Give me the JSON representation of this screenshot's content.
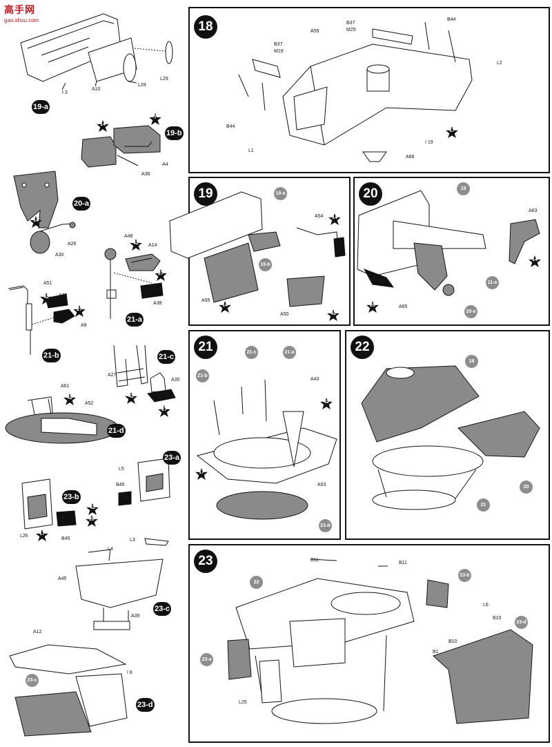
{
  "watermark": {
    "title": "高手网",
    "url": "gao.shou.com"
  },
  "steps": {
    "s18": "18",
    "s19": "19",
    "s20": "20",
    "s21": "21",
    "s22": "22",
    "s23": "23",
    "s19a": "19-a",
    "s19b": "19-b",
    "s20a": "20-a",
    "s21a": "21-a",
    "s21b": "21-b",
    "s21c": "21-c",
    "s21d": "21-d",
    "s23a": "23-a",
    "s23b": "23-b",
    "s23c": "23-c",
    "s23d": "23-d"
  },
  "refs": {
    "r19a": "19-a",
    "r19b": "19-b",
    "r19": "19",
    "r11a": "11-a",
    "r20a": "20-a",
    "r21c": "21-c",
    "r21a": "21-a",
    "r21b": "21-b",
    "r21d": "21-d",
    "r18": "18",
    "r20": "20",
    "r21": "21",
    "r22": "22",
    "r23b": "23-b",
    "r23a": "23-a",
    "r23d": "23-d",
    "r23c": "23-c"
  },
  "parts": {
    "I3": "I 3",
    "A10": "A10",
    "L28": "L28",
    "L29": "L29",
    "A4": "A4",
    "A36": "A36",
    "A26": "A26",
    "A30": "A30",
    "A48": "A48",
    "A14": "A14",
    "A38": "A38",
    "A51": "A51",
    "A72": "A72",
    "A9": "A9",
    "A27": "A27",
    "A35": "A35",
    "A61": "A61",
    "A52": "A52",
    "L5": "L5",
    "B45": "B45",
    "L26": "L26",
    "L3": "L3",
    "L4": "L4",
    "A45": "A45",
    "A39": "A39",
    "A12": "A12",
    "I8": "I 8",
    "B37": "B37",
    "M25": "M25",
    "A59": "A59",
    "B44": "B44",
    "M19": "M19",
    "L2": "L2",
    "L1": "L1",
    "I19": "I 19",
    "A68": "A68",
    "A54": "A54",
    "A55": "A55",
    "A50": "A50",
    "A63": "A63",
    "A65": "A65",
    "A43": "A43",
    "A53": "A53",
    "B11": "B11",
    "L6": "L6",
    "B10": "B10",
    "B1": "B1",
    "L25": "L25"
  },
  "paints": {
    "p7": "7",
    "p14": "14",
    "p17": "17",
    "p20": "20",
    "p27": "27",
    "p42": "42"
  },
  "colors": {
    "ink": "#111111",
    "ref_gray": "#8d8d8d",
    "part_gray": "#8a8a8a",
    "watermark": "#c0171d"
  }
}
